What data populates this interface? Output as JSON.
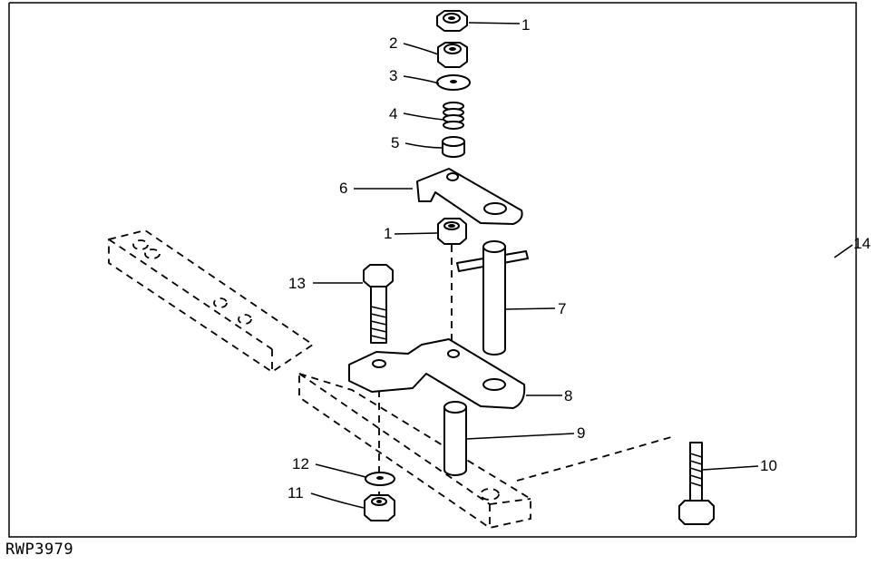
{
  "figure_id": "RWP3979",
  "callouts": [
    "1",
    "2",
    "3",
    "4",
    "5",
    "6",
    "1",
    "7",
    "8",
    "9",
    "10",
    "11",
    "12",
    "13",
    "14"
  ]
}
